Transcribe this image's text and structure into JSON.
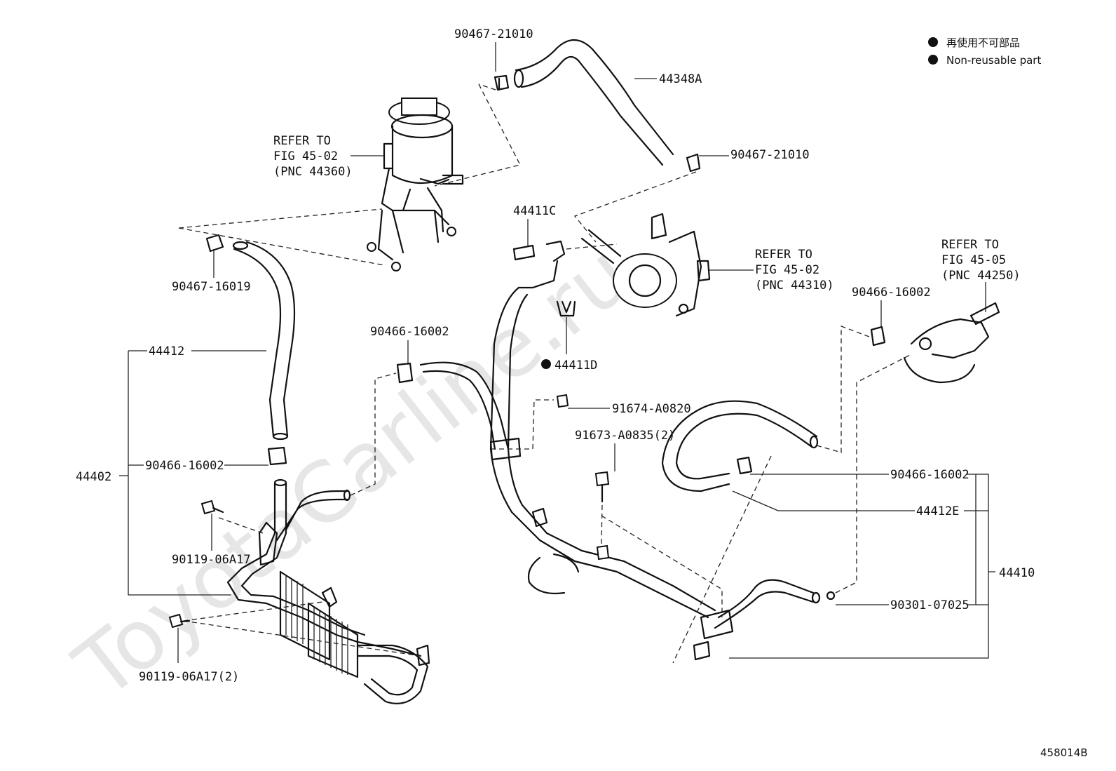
{
  "watermark": "ToyotaCarline.ru",
  "legend": {
    "line1": "再使用不可部品",
    "line2": "Non-reusable part"
  },
  "figure_id": "458014B",
  "labels": {
    "p90467_21010_top": "90467-21010",
    "p44348A": "44348A",
    "p90467_21010_right": "90467-21010",
    "refer_reservoir_1": "REFER TO",
    "refer_reservoir_2": "FIG 45-02",
    "refer_reservoir_3": "(PNC 44360)",
    "p90467_16019": "90467-16019",
    "p44411C": "44411C",
    "refer_pump_1": "REFER TO",
    "refer_pump_2": "FIG 45-02",
    "refer_pump_3": "(PNC 44310)",
    "refer_gear_1": "REFER TO",
    "refer_gear_2": "FIG 45-05",
    "refer_gear_3": "(PNC 44250)",
    "p90466_16002_gear": "90466-16002",
    "p44412": "44412",
    "p90466_16002_mid": "90466-16002",
    "p44411D": "44411D",
    "p91674_A0820": "91674-A0820",
    "p91673_A0835": "91673-A0835(2)",
    "p44402": "44402",
    "p90466_16002_left": "90466-16002",
    "p90119_06A17": "90119-06A17",
    "p90119_06A17_2": "90119-06A17(2)",
    "p90466_16002_right": "90466-16002",
    "p44412E": "44412E",
    "p44410": "44410",
    "p90301_07025": "90301-07025"
  }
}
